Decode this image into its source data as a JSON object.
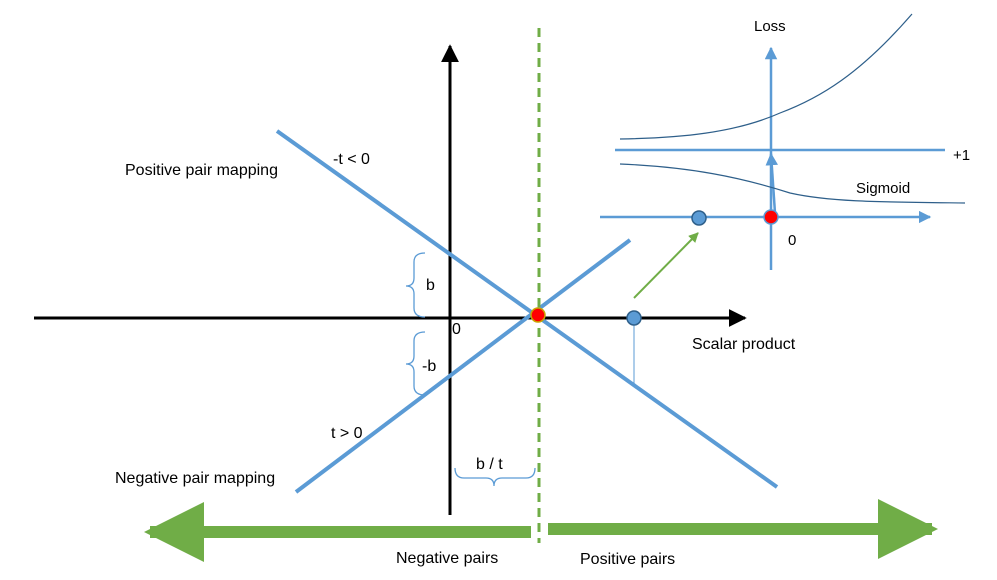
{
  "labels": {
    "positive_mapping": "Positive pair mapping",
    "negative_mapping": "Negative pair mapping",
    "neg_t": "-t < 0",
    "pos_t": "t > 0",
    "b": "b",
    "neg_b": "-b",
    "origin": "0",
    "b_over_t": "b / t",
    "scalar_product": "Scalar product",
    "negative_pairs": "Negative pairs",
    "positive_pairs": "Positive pairs"
  },
  "inset": {
    "loss": "Loss",
    "plus_one": "+1",
    "sigmoid": "Sigmoid",
    "zero": "0"
  },
  "colors": {
    "line_blue": "#5b9bd5",
    "dark_blue_curve": "#2e5f8a",
    "axis_black": "#000000",
    "arrow_green": "#70ad47",
    "threshold_green": "#70ad47",
    "point_red": "#ff0000",
    "point_blue": "#5b9bd5"
  }
}
